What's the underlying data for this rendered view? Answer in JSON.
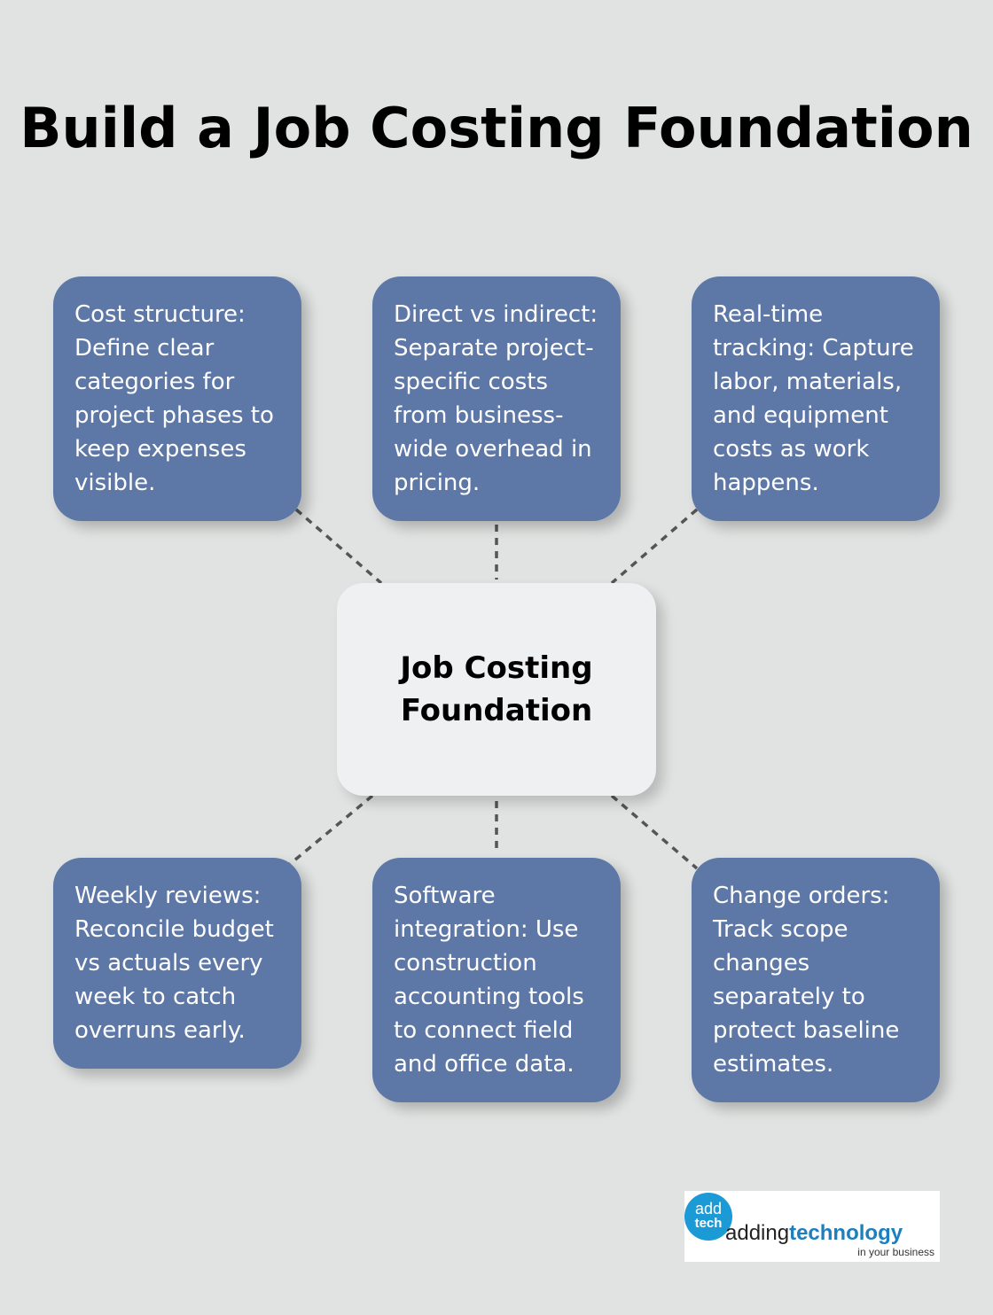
{
  "title": "Build a Job Costing Foundation",
  "center": {
    "label": "Job Costing Foundation"
  },
  "items": [
    {
      "text": "Cost structure: Define clear categories for project phases to keep expenses visible."
    },
    {
      "text": "Direct vs indirect: Separate project-specific costs from business-wide overhead in pricing."
    },
    {
      "text": "Real-time tracking: Capture labor, materials, and equipment costs as work happens."
    },
    {
      "text": "Weekly reviews: Reconcile budget vs actuals every week to catch overruns early."
    },
    {
      "text": "Software integration: Use construction accounting tools to connect field and office data."
    },
    {
      "text": "Change orders: Track scope changes separately to protect baseline estimates."
    }
  ],
  "logo": {
    "badge_top": "add",
    "badge_bottom": "tech",
    "word_light": "adding",
    "word_bold": "technology",
    "tagline": "in your business"
  },
  "colors": {
    "background": "#e1e3e2",
    "box": "#5d77a7",
    "center_box": "#eff0f2",
    "connector": "#555555"
  }
}
